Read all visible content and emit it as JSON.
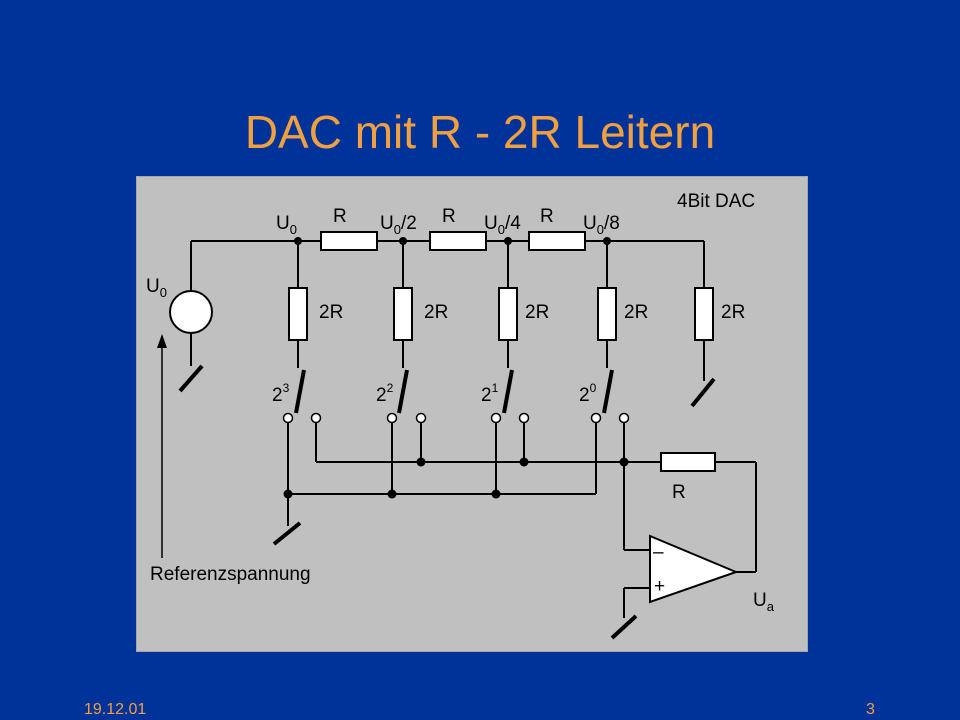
{
  "slide": {
    "title": "DAC mit R - 2R Leitern",
    "footer_date": "19.12.01",
    "page_number": "3"
  },
  "diagram": {
    "heading": "4Bit DAC",
    "node_voltages": [
      {
        "base": "U",
        "sub": "0",
        "suffix": ""
      },
      {
        "base": "U",
        "sub": "0",
        "suffix": "/2"
      },
      {
        "base": "U",
        "sub": "0",
        "suffix": "/4"
      },
      {
        "base": "U",
        "sub": "0",
        "suffix": "/8"
      }
    ],
    "series_resistor_label": "R",
    "shunt_resistor_label": "2R",
    "feedback_resistor_label": "R",
    "source_label": {
      "base": "U",
      "sub": "0"
    },
    "switch_labels": [
      {
        "base": "2",
        "exp": "3"
      },
      {
        "base": "2",
        "exp": "2"
      },
      {
        "base": "2",
        "exp": "1"
      },
      {
        "base": "2",
        "exp": "0"
      }
    ],
    "reference_label": "Referenzspannung",
    "opamp_minus": "–",
    "opamp_plus": "+",
    "output_label": {
      "base": "U",
      "sub": "a"
    }
  }
}
